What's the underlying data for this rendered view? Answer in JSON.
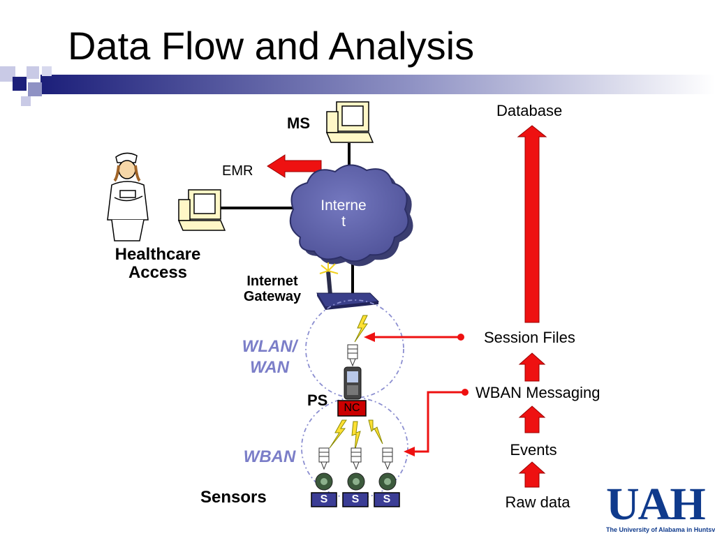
{
  "slide": {
    "title": "Data Flow and Analysis"
  },
  "diagram": {
    "nodes": {
      "ms": "MS",
      "emr": "EMR",
      "internet_line1": "Interne",
      "internet_line2": "t",
      "healthcare_line1": "Healthcare",
      "healthcare_line2": "Access",
      "gateway_line1": "Internet",
      "gateway_line2": "Gateway",
      "wlan_line1": "WLAN/",
      "wlan_line2": "WAN",
      "ps": "PS",
      "nc": "NC",
      "wban": "WBAN",
      "sensors": "Sensors",
      "sensor_labels": [
        "S",
        "S",
        "S"
      ]
    },
    "pipeline": [
      "Raw data",
      "Events",
      "WBAN Messaging",
      "Session Files",
      "Database"
    ]
  },
  "logo": {
    "name": "UAH",
    "subtitle": "The University of Alabama in Huntsville"
  },
  "colors": {
    "arrow_red": "#ee1111",
    "cloud": "#6b6fb5",
    "wlan_blue": "#7b7ec8",
    "uah_blue": "#0f3a8c",
    "nc_red": "#cc0000",
    "sensor_box": "#3b3d95"
  }
}
